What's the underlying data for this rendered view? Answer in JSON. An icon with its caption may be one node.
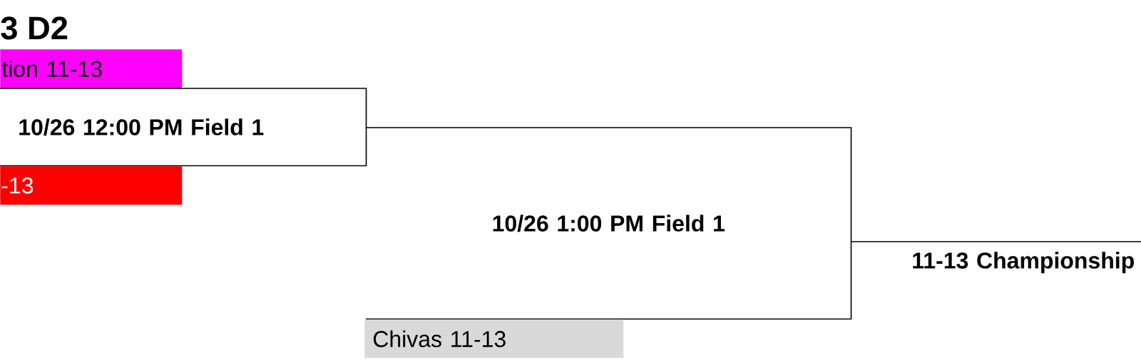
{
  "diagram": {
    "title": "3 D2",
    "nodes": [
      {
        "text": [
          "tion 11-13"
        ]
      },
      {
        "text": [
          "10/26 12:00 PM Field 1"
        ]
      },
      {
        "text": [
          "-13"
        ]
      },
      {
        "text": [
          "10/26 1:00 PM Field 1"
        ]
      },
      {
        "text": [
          "Chivas 11-13"
        ]
      },
      {
        "text": [
          "11-13 Championship"
        ]
      }
    ]
  }
}
